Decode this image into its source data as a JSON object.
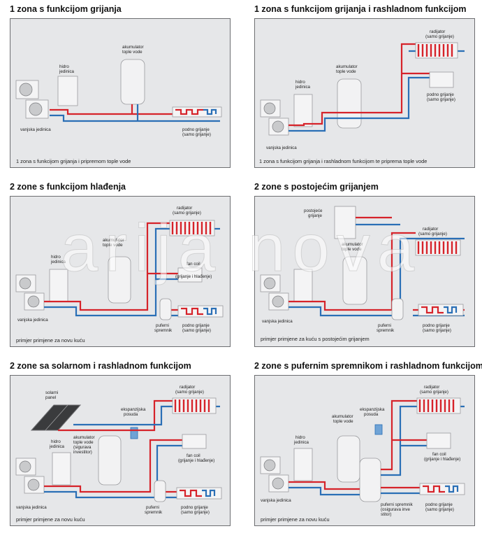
{
  "watermark": "arija nova",
  "panels": [
    {
      "title": "1 zona s funkcijom grijanja",
      "labels": {
        "outdoor": "vanjska jedinica",
        "hydro": [
          "hidro",
          "jedinica"
        ],
        "tank": [
          "akumulator",
          "tople vode"
        ],
        "floor": [
          "podno grijanje",
          "(samo grijanje)"
        ]
      },
      "caption": "1 zona s funkcijom grijanja i pripremom tople vode"
    },
    {
      "title": "1 zona s funkcijom grijanja i rashladnom funkcijom",
      "labels": {
        "outdoor": "vanjska jedinica",
        "hydro": [
          "hidro",
          "jedinica"
        ],
        "tank": [
          "akumulator",
          "tople vode"
        ],
        "radiator": [
          "radijator",
          "(samo grijanje)"
        ],
        "fancoil": [
          "podno grijanje",
          "(samo grijanje)"
        ]
      },
      "caption": "1 zona s funkcijom grijanja i rashladnom funkcijom te priprema tople vode"
    },
    {
      "title": "2 zone s funkcijom hlađenja",
      "labels": {
        "outdoor": "vanjska jedinica",
        "hydro": [
          "hidro",
          "jedinica"
        ],
        "tank": [
          "akumulator",
          "tople vode"
        ],
        "radiator": [
          "radijator",
          "(samo grijanje)"
        ],
        "fancoil": [
          "fan coil",
          "(grijanje i hlađenje)"
        ],
        "buffer": [
          "puferni",
          "spremnik"
        ],
        "floor": [
          "podno grijanje",
          "(samo grijanje)"
        ]
      },
      "caption": "primjer primjene za novu kuću"
    },
    {
      "title": "2 zone s postojećim grijanjem",
      "labels": {
        "outdoor": "vanjska jedinica",
        "boiler": [
          "postojeće",
          "grijanje"
        ],
        "tank": [
          "akumulator",
          "tople vode"
        ],
        "radiator": [
          "radijator",
          "(samo grijanje)"
        ],
        "buffer": [
          "puferni",
          "spremnik"
        ],
        "floor": [
          "podno grijanje",
          "(samo grijanje)"
        ]
      },
      "caption": "primjer primjene za kuću s postojećim grijanjem"
    },
    {
      "title": "2 zone sa solarnom i rashladnom funkcijom",
      "labels": {
        "outdoor": "vanjska jedinica",
        "solar": [
          "solarni",
          "panel"
        ],
        "hydro": [
          "hidro",
          "jedinica"
        ],
        "tank": [
          "akumulator",
          "tople vode",
          "(sigurava",
          "investitor)"
        ],
        "expansion": [
          "ekspanzijska",
          "posuda"
        ],
        "radiator": [
          "radijator",
          "(samo grijanje)"
        ],
        "fancoil": [
          "fan coil",
          "(grijanje i hlađenje)"
        ],
        "buffer": [
          "puferni",
          "spremnik"
        ],
        "floor": [
          "podno grijanje",
          "(samo grijanje)"
        ]
      },
      "caption": "primjer primjene za novu kuću"
    },
    {
      "title": "2 zone s pufernim spremnikom i rashladnom funkcijom",
      "labels": {
        "outdoor": "vanjska jedinica",
        "hydro": [
          "hidro",
          "jedinica"
        ],
        "tank": [
          "akumulator",
          "tople vode"
        ],
        "expansion": [
          "ekspanzijska",
          "posuda"
        ],
        "radiator": [
          "radijator",
          "(samo grijanje)"
        ],
        "fancoil": [
          "fan coil",
          "(grijanje i hlađenje)"
        ],
        "buffer": [
          "puferni spremnik",
          "(osigurava inve",
          "stitor)"
        ],
        "floor": [
          "podno grijanje",
          "(samo grijanje)"
        ]
      },
      "caption": "primjer primjene za novu kuću"
    }
  ]
}
